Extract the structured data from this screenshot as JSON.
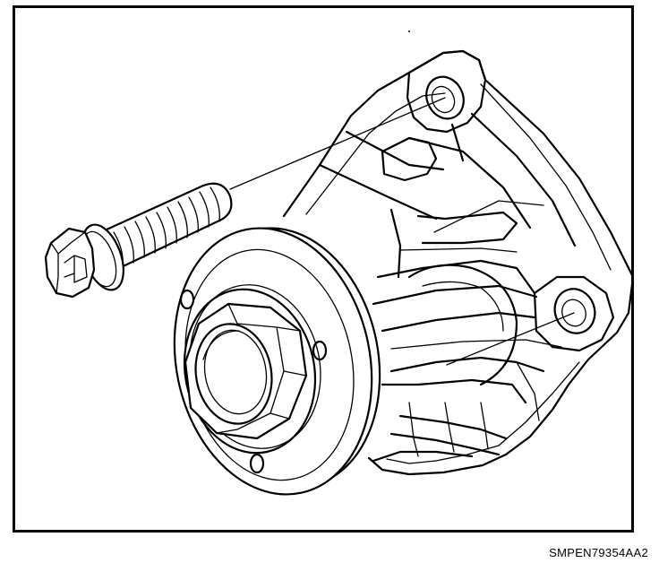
{
  "figure": {
    "reference_code": "SMPEN79354AA2",
    "colors": {
      "line": "#000000",
      "background": "#ffffff"
    },
    "parts": [
      "water-pump-body",
      "pulley-flange",
      "hub-nut",
      "mounting-bolt",
      "mounting-ear-upper",
      "mounting-ear-lower"
    ]
  }
}
